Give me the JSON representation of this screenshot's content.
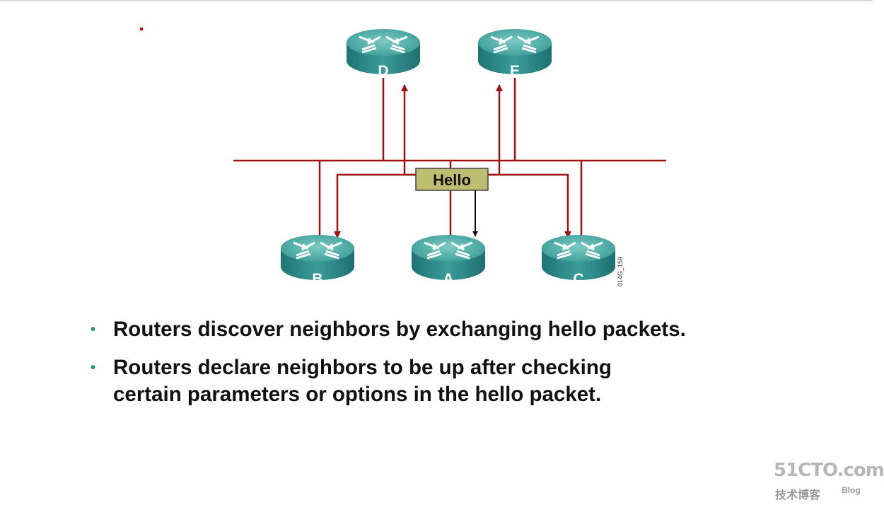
{
  "diagram": {
    "routers": [
      {
        "id": "D",
        "label": "D"
      },
      {
        "id": "E",
        "label": "E"
      },
      {
        "id": "B",
        "label": "B"
      },
      {
        "id": "A",
        "label": "A"
      },
      {
        "id": "C",
        "label": "C"
      }
    ],
    "packet_label": "Hello",
    "figure_id": "014G_159",
    "colors": {
      "link": "#a01010",
      "hello_box": "#bdbe72",
      "router_body": "#2f8f8f",
      "router_top": "#57b5b0"
    }
  },
  "bullets": [
    {
      "lines": [
        "Routers discover neighbors by exchanging hello packets."
      ]
    },
    {
      "lines": [
        "Routers declare neighbors to be up after checking",
        "certain parameters or options in the hello packet."
      ]
    }
  ],
  "watermark": {
    "main": "51CTO.com",
    "sub": "技术博客",
    "blog": "Blog"
  }
}
